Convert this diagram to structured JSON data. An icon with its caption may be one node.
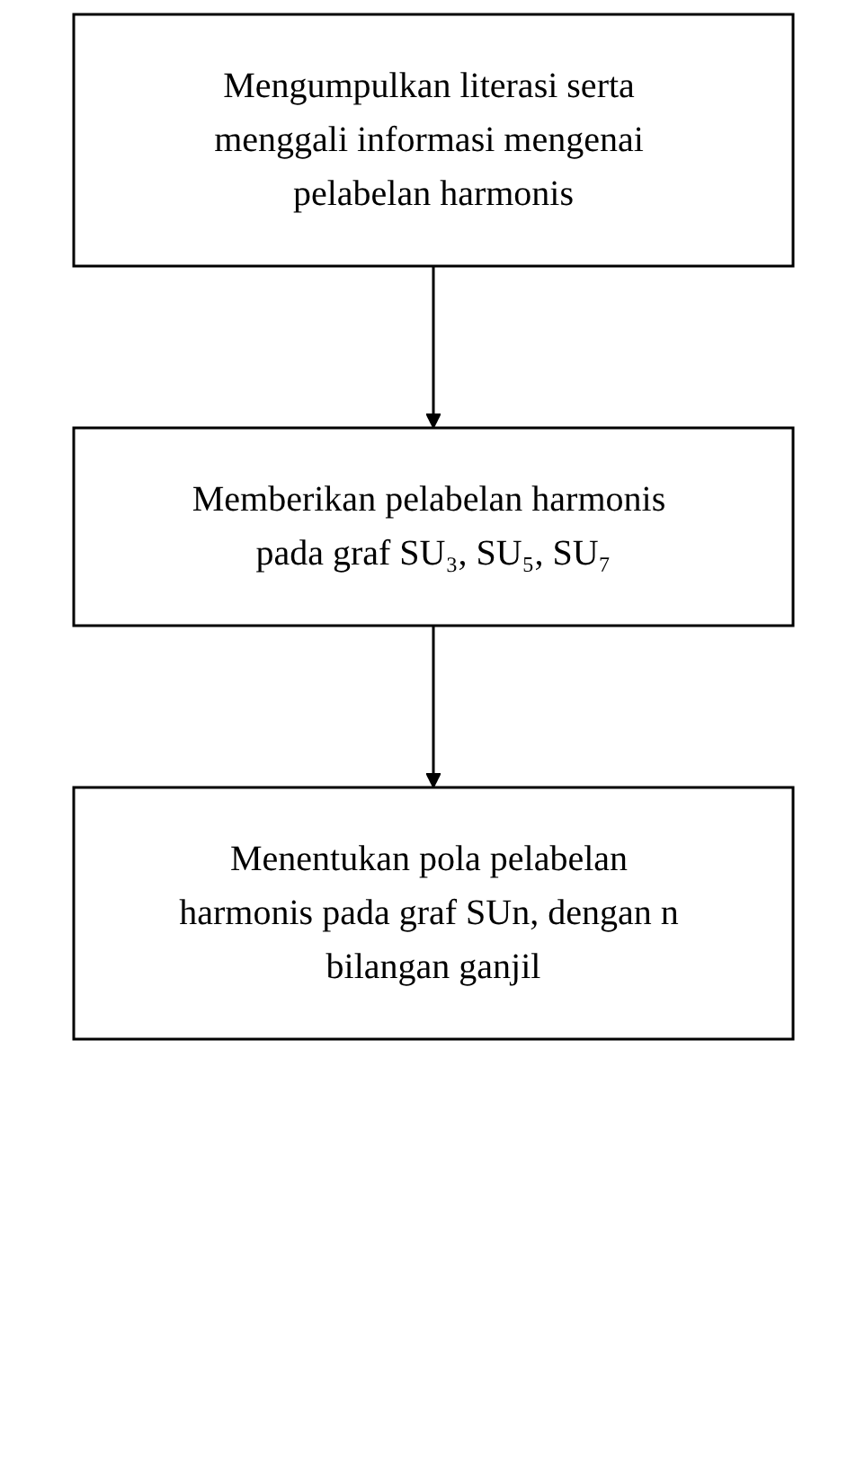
{
  "diagram": {
    "nodes": [
      {
        "text": [
          "Mengumpulkan literasi serta menggali informasi mengenai pelabelan harmonis"
        ]
      },
      {
        "text": [
          "Memberikan pelabelan harmonis pada graf SU₃, SU₅, SU₇"
        ]
      },
      {
        "text": [
          "Menentukan pola pelabelan harmonis pada graf SUn, dengan n bilangan ganjil"
        ]
      }
    ],
    "edges": [
      {
        "from": 0,
        "to": 1,
        "arrow": "to"
      },
      {
        "from": 1,
        "to": 2,
        "arrow": "to"
      }
    ]
  }
}
